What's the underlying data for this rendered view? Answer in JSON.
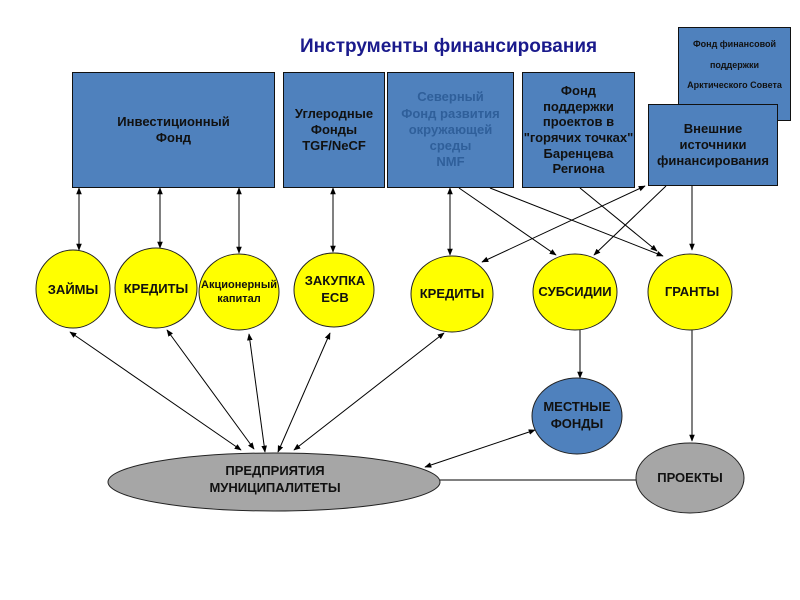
{
  "title": "Инструменты финансирования",
  "colors": {
    "box_fill": "#4f81bd",
    "circle_fill": "#ffff00",
    "gray_fill": "#a6a6a6",
    "local_fund_fill": "#4f81bd",
    "title": "#1a1a8c",
    "faded_text": "#2f5f9a"
  },
  "sources": [
    {
      "id": "investment_fund",
      "label": "Инвестиционный\nФонд"
    },
    {
      "id": "carbon_funds",
      "label": "Углеродные\nФонды\nTGF/NeCF"
    },
    {
      "id": "nmf",
      "label": "Северный\nФонд развития\nокружающей среды\nNMF"
    },
    {
      "id": "hotspots_fund",
      "label": "Фонд\nподдержки\nпроектов в\n\"горячих точках\"\nБаренцева\nРегиона"
    },
    {
      "id": "arctic_council_fund",
      "label": "Фонд финансовой\nподдержки\nАрктического Совета"
    },
    {
      "id": "external_sources",
      "label": "Внешние\nисточники\nфинансирования"
    }
  ],
  "instruments": [
    {
      "id": "loans",
      "label": "ЗАЙМЫ"
    },
    {
      "id": "credits_1",
      "label": "КРЕДИТЫ"
    },
    {
      "id": "equity",
      "label": "Акционерный\nкапитал"
    },
    {
      "id": "erc_purchase",
      "label": "ЗАКУПКА\nЕСВ"
    },
    {
      "id": "credits_2",
      "label": "КРЕДИТЫ"
    },
    {
      "id": "subsidies",
      "label": "СУБСИДИИ"
    },
    {
      "id": "grants",
      "label": "ГРАНТЫ"
    }
  ],
  "recipients": [
    {
      "id": "local_funds",
      "label": "МЕСТНЫЕ\nФОНДЫ"
    },
    {
      "id": "enterprises",
      "label": "ПРЕДПРИЯТИЯ\nМУНИЦИПАЛИТЕТЫ"
    },
    {
      "id": "projects",
      "label": "ПРОЕКТЫ"
    }
  ],
  "connections": [
    {
      "from": "investment_fund",
      "to": "loans",
      "type": "both"
    },
    {
      "from": "investment_fund",
      "to": "credits_1",
      "type": "both"
    },
    {
      "from": "investment_fund",
      "to": "equity",
      "type": "both"
    },
    {
      "from": "carbon_funds",
      "to": "erc_purchase",
      "type": "both"
    },
    {
      "from": "nmf",
      "to": "credits_2",
      "type": "both"
    },
    {
      "from": "nmf",
      "to": "subsidies",
      "type": "end"
    },
    {
      "from": "nmf",
      "to": "grants",
      "type": "end"
    },
    {
      "from": "hotspots_fund",
      "to": "grants",
      "type": "end"
    },
    {
      "from": "external_sources",
      "to": "credits_2",
      "type": "both"
    },
    {
      "from": "external_sources",
      "to": "subsidies",
      "type": "end"
    },
    {
      "from": "external_sources",
      "to": "grants",
      "type": "end"
    },
    {
      "from": "subsidies",
      "to": "local_funds",
      "type": "end"
    },
    {
      "from": "grants",
      "to": "projects",
      "type": "end"
    },
    {
      "from": "loans",
      "to": "enterprises",
      "type": "both"
    },
    {
      "from": "credits_1",
      "to": "enterprises",
      "type": "both"
    },
    {
      "from": "equity",
      "to": "enterprises",
      "type": "both"
    },
    {
      "from": "erc_purchase",
      "to": "enterprises",
      "type": "both"
    },
    {
      "from": "credits_2",
      "to": "enterprises",
      "type": "both"
    },
    {
      "from": "local_funds",
      "to": "enterprises",
      "type": "both"
    },
    {
      "from": "projects",
      "to": "enterprises",
      "type": "none"
    }
  ]
}
